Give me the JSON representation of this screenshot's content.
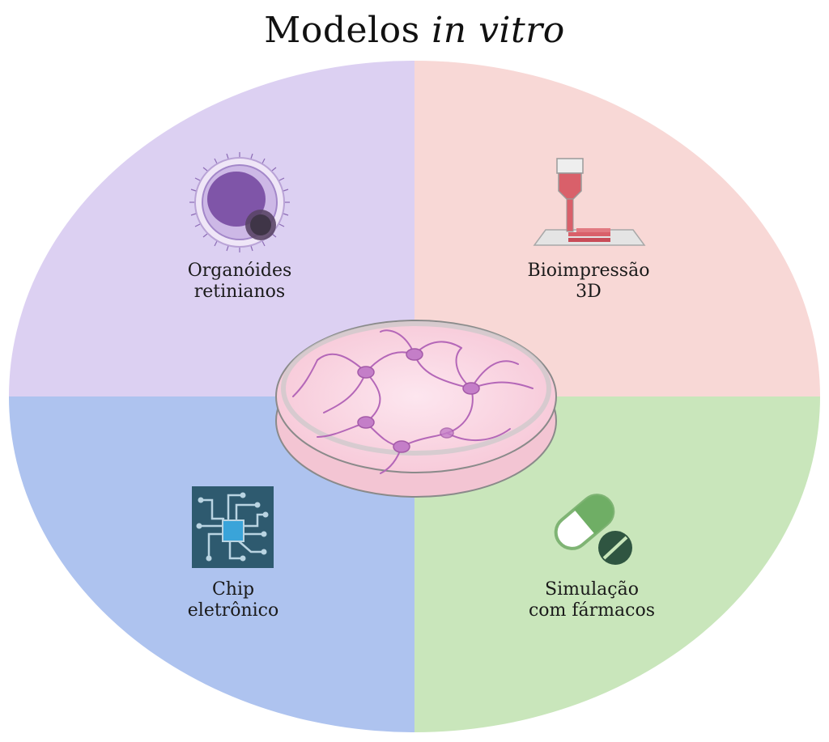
{
  "title": {
    "main": "Modelos",
    "emphasis": "in vitro"
  },
  "quadrants": [
    {
      "id": "organoids",
      "line1": "Organóides",
      "line2": "retinianos",
      "color": "#dcd0f2",
      "icon": "retinal-organoid-icon"
    },
    {
      "id": "bioprint",
      "line1": "Bioimpressão",
      "line2": "3D",
      "color": "#f8d8d6",
      "icon": "bioprinter-icon"
    },
    {
      "id": "chip",
      "line1": "Chip",
      "line2": "eletrônico",
      "color": "#aec3ef",
      "icon": "electronic-chip-icon"
    },
    {
      "id": "drugs",
      "line1": "Simulação",
      "line2": "com fármacos",
      "color": "#c9e6bb",
      "icon": "pill-capsule-icon"
    }
  ],
  "center": {
    "icon": "petri-dish-neurons-icon"
  }
}
